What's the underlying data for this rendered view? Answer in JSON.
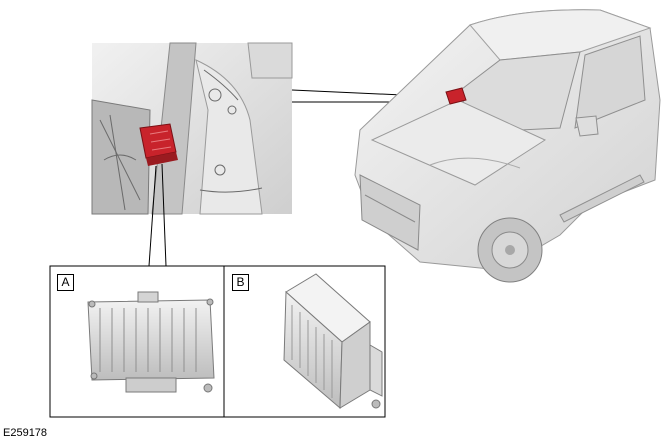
{
  "figure": {
    "id": "E259178",
    "callouts": [
      {
        "key": "A",
        "name": "module-variant-a"
      },
      {
        "key": "B",
        "name": "module-variant-b"
      }
    ]
  },
  "colors": {
    "highlight": "#c8232b",
    "line": "#000000",
    "vehicle_body": "#e6e6e6",
    "inset_background": "#d9d9d9"
  }
}
